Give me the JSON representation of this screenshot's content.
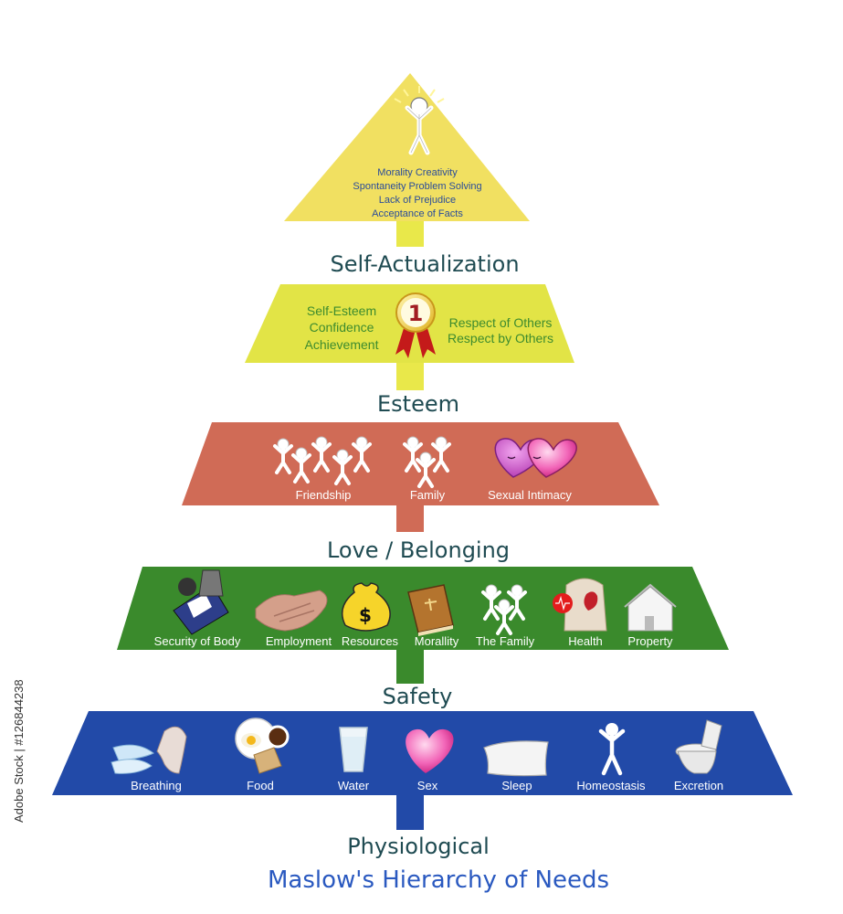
{
  "title": "Maslow's Hierarchy of Needs",
  "watermark": "Adobe Stock | #126844238",
  "colors": {
    "self_actualization": "#f1e061",
    "esteem": "#e2e446",
    "love_belonging": "#d06b56",
    "safety": "#3a8a2c",
    "physiological": "#224aa8",
    "stem_yellow": "#e9e84a",
    "stem_salmon": "#d06b56",
    "stem_green": "#3a8a2c",
    "stem_blue": "#224aa8",
    "title_blue": "#2a59c0",
    "level_text": "#1f4b52"
  },
  "levels": {
    "self_actualization": {
      "name": "Self-Actualization",
      "traits": [
        "Morality  Creativity",
        "Spontaneity  Problem Solving",
        "Lack of Prejudice",
        "Acceptance of Facts"
      ],
      "icon": "glowing-person-icon"
    },
    "esteem": {
      "name": "Esteem",
      "left": [
        "Self-Esteem",
        "Confidence",
        "Achievement"
      ],
      "right": [
        "Respect of Others",
        "Respect by Others"
      ],
      "badge": "1",
      "icon": "rank-ribbon-icon"
    },
    "love_belonging": {
      "name": "Love / Belonging",
      "items": [
        {
          "label": "Friendship",
          "icon": "friends-group-icon"
        },
        {
          "label": "Family",
          "icon": "family-group-icon"
        },
        {
          "label": "Sexual Intimacy",
          "icon": "heart-couple-icon"
        }
      ]
    },
    "safety": {
      "name": "Safety",
      "items": [
        {
          "label": "Security of Body",
          "icon": "police-vest-icon"
        },
        {
          "label": "Employment",
          "icon": "handshake-icon"
        },
        {
          "label": "Resources",
          "icon": "money-bag-icon"
        },
        {
          "label": "Morallity",
          "icon": "bible-icon"
        },
        {
          "label": "The Family",
          "icon": "family-figures-icon"
        },
        {
          "label": "Health",
          "icon": "health-torso-icon"
        },
        {
          "label": "Property",
          "icon": "house-icon"
        }
      ]
    },
    "physiological": {
      "name": "Physiological",
      "items": [
        {
          "label": "Breathing",
          "icon": "breathing-face-icon"
        },
        {
          "label": "Food",
          "icon": "food-plate-icon"
        },
        {
          "label": "Water",
          "icon": "water-glass-icon"
        },
        {
          "label": "Sex",
          "icon": "pink-heart-icon"
        },
        {
          "label": "Sleep",
          "icon": "pillow-icon"
        },
        {
          "label": "Homeostasis",
          "icon": "standing-person-icon"
        },
        {
          "label": "Excretion",
          "icon": "toilet-icon"
        }
      ]
    }
  }
}
